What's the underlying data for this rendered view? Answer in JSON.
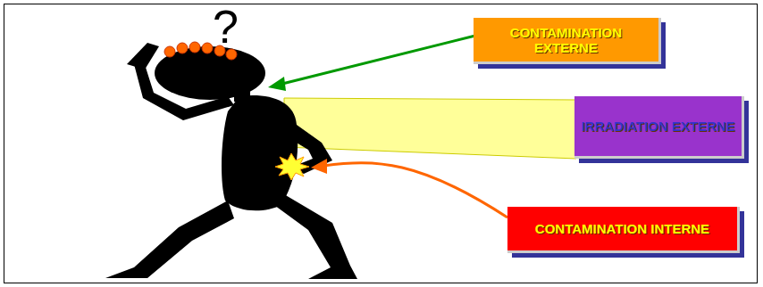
{
  "diagram": {
    "nodes": [
      {
        "text": [
          "CONTAMINATION EXTERNE"
        ]
      },
      {
        "text": [
          "IRRADIATION EXTERNE"
        ]
      },
      {
        "text": [
          "CONTAMINATION INTERNE"
        ]
      }
    ],
    "labels": [
      "?"
    ]
  }
}
